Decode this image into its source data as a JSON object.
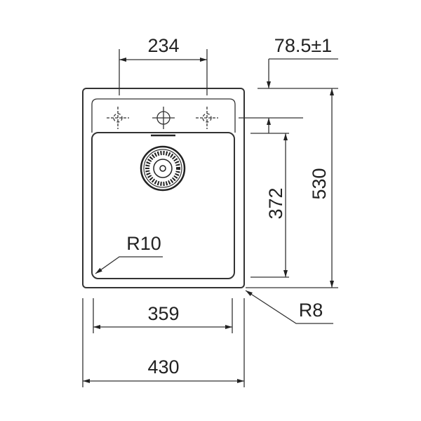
{
  "drawing": {
    "title": "Sink dimension drawing",
    "dimensions": {
      "tap_spacing": "234",
      "deck_offset": "78.5±1",
      "bowl_length": "372",
      "overall_length": "530",
      "bowl_width": "359",
      "overall_width": "430",
      "bowl_radius": "R10",
      "outer_radius": "R8"
    },
    "colors": {
      "line": "#333333",
      "background": "#ffffff"
    }
  }
}
